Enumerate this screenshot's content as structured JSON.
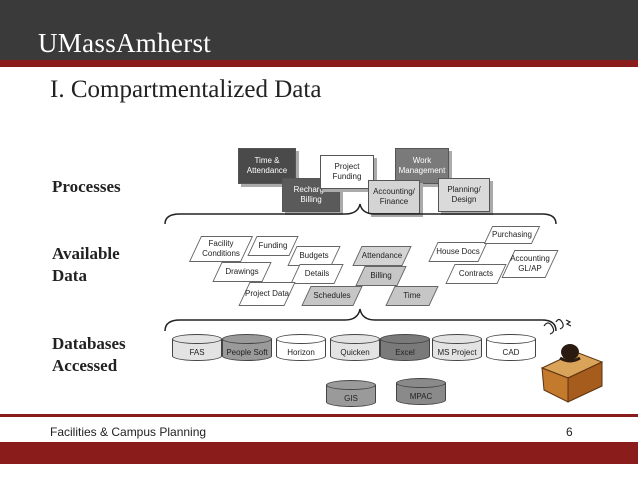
{
  "header": {
    "logo": "UMassAmherst"
  },
  "slide": {
    "title": "I. Compartmentalized Data",
    "rows": {
      "processes": "Processes",
      "available_l1": "Available",
      "available_l2": "Data",
      "databases_l1": "Databases",
      "databases_l2": "Accessed"
    },
    "processes": [
      "Time & Attendance",
      "Recharge Billing",
      "Project Funding",
      "Work Management",
      "Accounting/ Finance",
      "Planning/ Design"
    ],
    "data_items": [
      "Facility Conditions",
      "Funding",
      "Budgets",
      "Attendance",
      "House Docs",
      "Purchasing",
      "Drawings",
      "Details",
      "Billing",
      "Contracts",
      "Accounting GL/AP",
      "Project Data",
      "Schedules",
      "Time"
    ],
    "databases": [
      "FAS",
      "People Soft",
      "Horizon",
      "Quicken",
      "Excel",
      "MS Project",
      "CAD",
      "GIS",
      "MPAC"
    ]
  },
  "footer": {
    "text": "Facilities & Campus Planning",
    "page": "6"
  }
}
